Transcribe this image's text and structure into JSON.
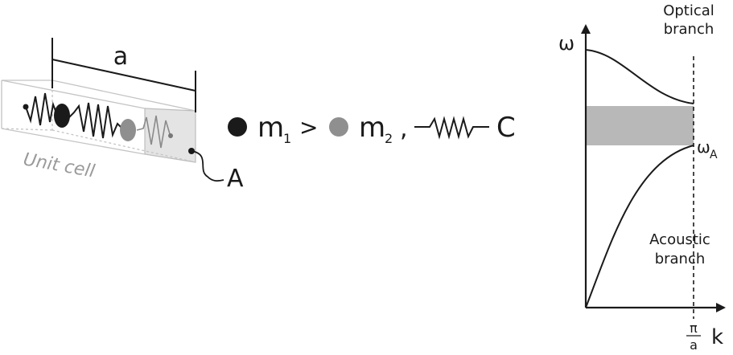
{
  "unit_cell": {
    "lattice_label": "a",
    "cell_label": "Unit cell",
    "point_label": "A"
  },
  "legend": {
    "mass1": "m",
    "mass1_sub": "1",
    "relation": ">",
    "mass2": "m",
    "mass2_sub": "2",
    "separator": ",",
    "spring": "C"
  },
  "dispersion": {
    "y_axis_label": "ω",
    "x_axis_label": "k",
    "boundary_numerator": "π",
    "boundary_denominator": "a",
    "band_gap_label": "ω",
    "band_gap_sub": "A",
    "optical_line1": "Optical",
    "optical_line2": "branch",
    "acoustic_line1": "Acoustic",
    "acoustic_line2": "branch",
    "gap_color": "#b8b8b8"
  },
  "colors": {
    "mass1": "#1a1a1a",
    "mass2": "#8f8f8f",
    "cell_outline": "#bdbdbd",
    "cell_face": "#e4e4e4"
  }
}
